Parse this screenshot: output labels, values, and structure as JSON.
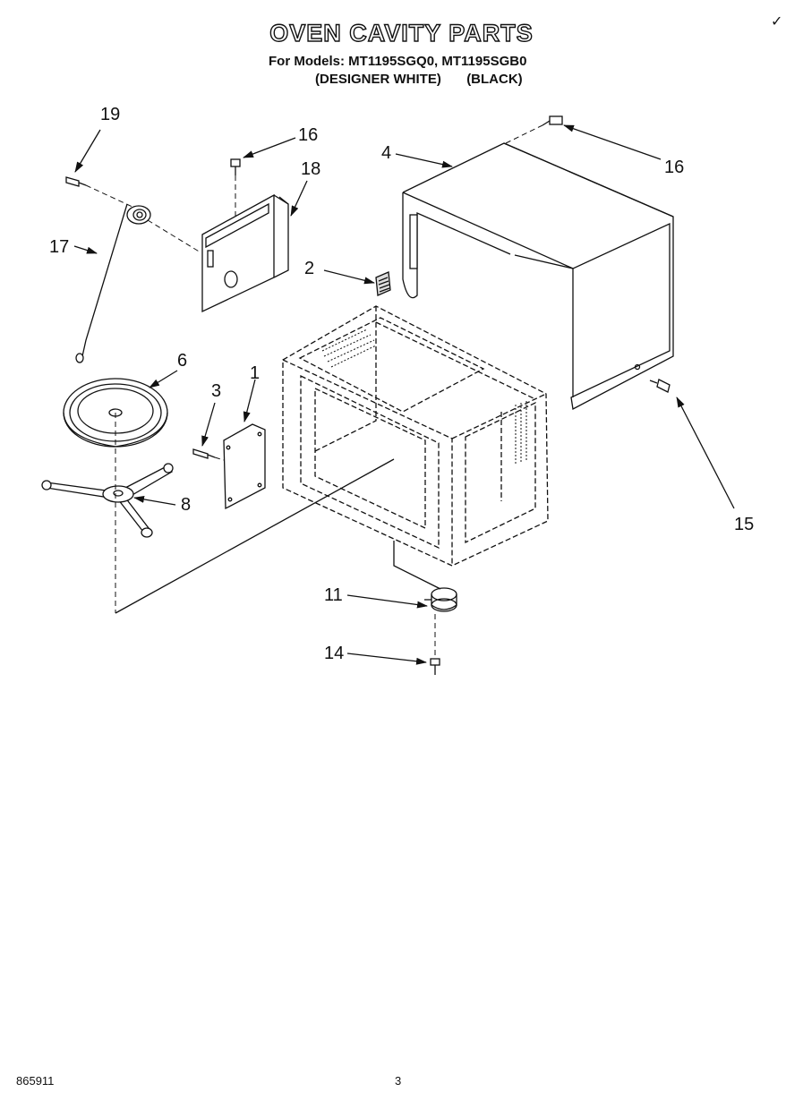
{
  "header": {
    "title": "OVEN CAVITY PARTS",
    "models_line": "For Models: MT1195SGQ0, MT1195SGB0",
    "variant_white": "(DESIGNER WHITE)",
    "variant_black": "(BLACK)"
  },
  "corner_mark": "✓",
  "footer": {
    "code": "865911",
    "page": "3"
  },
  "callouts": [
    "19",
    "16",
    "18",
    "4",
    "16",
    "17",
    "2",
    "6",
    "3",
    "1",
    "8",
    "15",
    "11",
    "14"
  ]
}
